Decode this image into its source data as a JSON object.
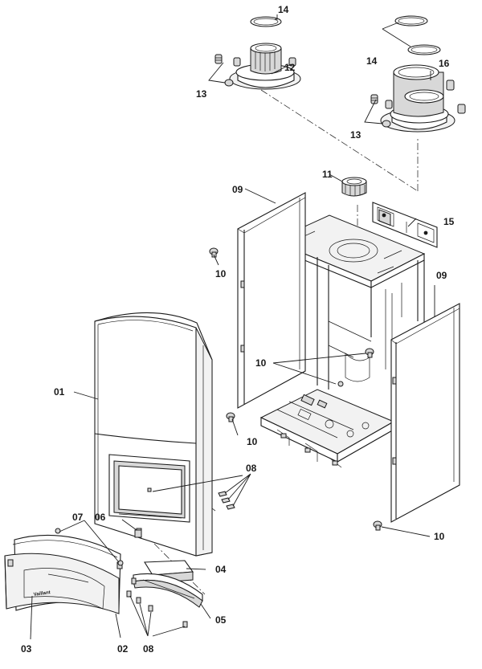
{
  "diagram": {
    "labels": {
      "p01": "01",
      "p02": "02",
      "p03": "03",
      "p04": "04",
      "p05": "05",
      "p06": "06",
      "p07": "07",
      "p08a": "08",
      "p08b": "08",
      "p09a": "09",
      "p09b": "09",
      "p10a": "10",
      "p10b": "10",
      "p10c": "10",
      "p10d": "10",
      "p11": "11",
      "p12": "12",
      "p13a": "13",
      "p13b": "13",
      "p14a": "14",
      "p14b": "14",
      "p15": "15",
      "p16": "16"
    },
    "brand_text": "Vaillant"
  }
}
